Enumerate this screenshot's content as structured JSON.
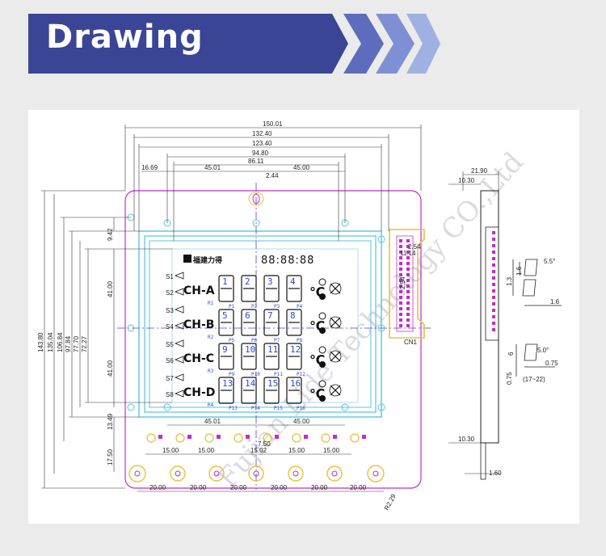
{
  "header": {
    "title": "Drawing"
  },
  "colors": {
    "banner": "#3b4596",
    "banner_light": "#9fb0e2",
    "outline": "#c02ccc",
    "lcd": "#57c2e0",
    "centerline": "#5a3ad0",
    "connector": "#e6c23a"
  },
  "dims_top": {
    "d1": "150.01",
    "d2": "132.40",
    "d3": "123.40",
    "d4": "94.80",
    "d5": "86.11",
    "d6": "16.69",
    "d7": "45.01",
    "d8": "45.00",
    "d9": "2.44"
  },
  "dims_left": {
    "d1": "143.80",
    "d2": "135.04",
    "d3": "106.84",
    "d4": "97.84",
    "d5": "77.70",
    "d6": "72.27",
    "d7": "9.42",
    "d8": "41.00",
    "d9": "41.00",
    "d10": "13.49",
    "d11": "17.50"
  },
  "dims_bottom": {
    "s1": "45.01",
    "s2": "45.00",
    "p1": "15.00",
    "p2": "15.00",
    "p3": "15.02",
    "p4": "15.00",
    "p5": "15.00",
    "small": "7.50",
    "b1": "20.00",
    "b2": "20.00",
    "b3": "20.00",
    "b4": "20.00",
    "b5": "20.00",
    "b6": "20.00",
    "radius": "R2.29"
  },
  "dims_connector": {
    "c1": "2.54",
    "c2": "11.14",
    "c3": "2.54",
    "label": "CN1"
  },
  "dims_side": {
    "w": "21.90",
    "t": "10.30",
    "b": "10.30",
    "p": "1.60"
  },
  "dims_detail": {
    "d1": "5.5°",
    "d2": "1.6",
    "d3": "1.3",
    "d4": "1.6",
    "d5": "5.0°",
    "d6": "6",
    "d7": "0.75",
    "d8": "0.75",
    "d9": "(17~22)"
  },
  "lcd": {
    "brand": "福建力得",
    "channels": [
      "CH-A",
      "CH-B",
      "CH-C",
      "CH-D"
    ],
    "s_labels": [
      "S1",
      "S2",
      "S3",
      "S4",
      "S5",
      "S6",
      "S7",
      "S8"
    ],
    "digit_labels": [
      "1",
      "2",
      "3",
      "4",
      "5",
      "6",
      "7",
      "8",
      "9",
      "10",
      "11",
      "12",
      "13",
      "14",
      "15",
      "16"
    ],
    "p_labels": [
      "P1",
      "P2",
      "P3",
      "P4",
      "P5",
      "P6",
      "P7",
      "P8",
      "P9",
      "P10",
      "P11",
      "P12",
      "P13",
      "P14",
      "P15",
      "P16"
    ],
    "r_labels": [
      "R1",
      "R2",
      "R3",
      "R4"
    ],
    "unit": "℃",
    "top_digits": "88:88:88"
  },
  "watermark": "Fujian Lide Technology CO.,Ltd"
}
